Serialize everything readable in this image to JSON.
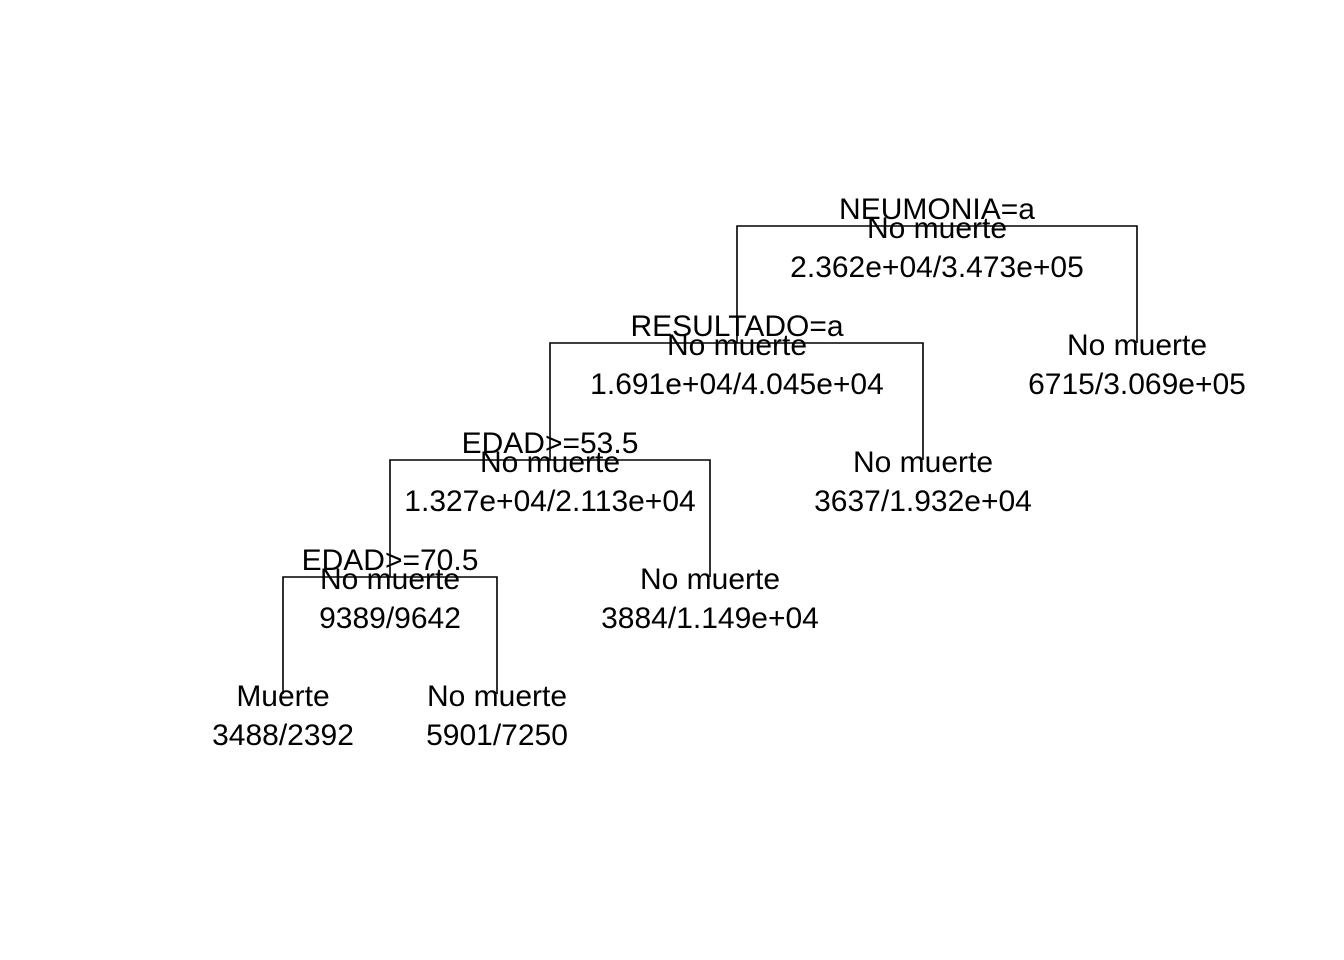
{
  "tree": {
    "nodes": [
      {
        "id": "n1",
        "parent": null,
        "side": null,
        "split": "NEUMONIA=a",
        "class": "No muerte",
        "counts": "2.362e+04/3.473e+05"
      },
      {
        "id": "n2",
        "parent": "n1",
        "side": "left",
        "split": "RESULTADO=a",
        "class": "No muerte",
        "counts": "1.691e+04/4.045e+04"
      },
      {
        "id": "n3",
        "parent": "n1",
        "side": "right",
        "split": null,
        "class": "No muerte",
        "counts": "6715/3.069e+05"
      },
      {
        "id": "n4",
        "parent": "n2",
        "side": "left",
        "split": "EDAD>=53.5",
        "class": "No muerte",
        "counts": "1.327e+04/2.113e+04"
      },
      {
        "id": "n5",
        "parent": "n2",
        "side": "right",
        "split": null,
        "class": "No muerte",
        "counts": "3637/1.932e+04"
      },
      {
        "id": "n6",
        "parent": "n4",
        "side": "left",
        "split": "EDAD>=70.5",
        "class": "No muerte",
        "counts": "9389/9642"
      },
      {
        "id": "n7",
        "parent": "n4",
        "side": "right",
        "split": null,
        "class": "No muerte",
        "counts": "3884/1.149e+04"
      },
      {
        "id": "n8",
        "parent": "n6",
        "side": "left",
        "split": null,
        "class": "Muerte",
        "counts": "3488/2392"
      },
      {
        "id": "n9",
        "parent": "n6",
        "side": "right",
        "split": null,
        "class": "No muerte",
        "counts": "5901/7250"
      }
    ]
  }
}
